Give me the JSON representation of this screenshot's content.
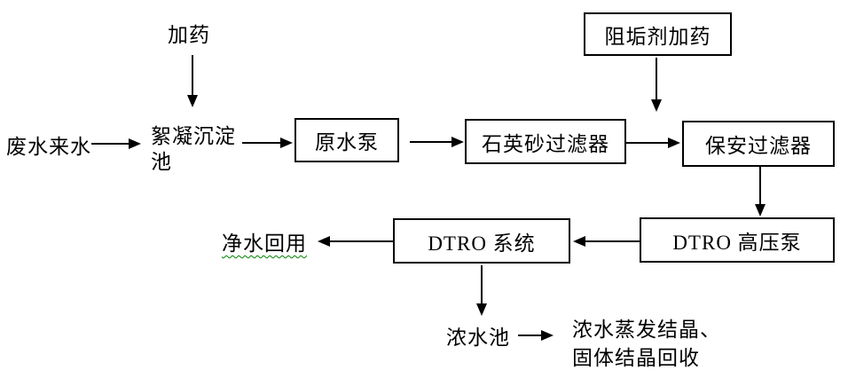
{
  "diagram": {
    "background_color": "#ffffff",
    "line_color": "#000000",
    "spellcheck_underline_color": "#008000",
    "labels": {
      "dosing": "加药",
      "wastewater_in": "废水来水",
      "flocculation_tank": {
        "line1": "絮凝沉淀",
        "line2": "池"
      },
      "clean_water_reuse": "净水回用",
      "concentrate_tank": "浓水池",
      "concentrate_note": {
        "line1": "浓水蒸发结晶、",
        "line2": "固体结晶回收"
      }
    },
    "boxes": {
      "raw_water_pump": "原水泵",
      "quartz_sand_filter": "石英砂过滤器",
      "antiscalant_dosing": "阻垢剂加药",
      "security_filter": "保安过滤器",
      "dtro_high_pressure_pump": "DTRO 高压泵",
      "dtro_system": "DTRO 系统"
    }
  }
}
